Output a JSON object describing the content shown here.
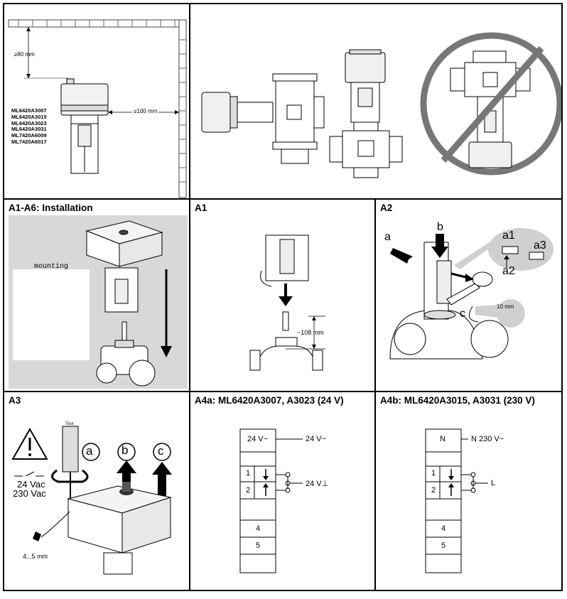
{
  "top_left": {
    "dim_top": "≥80 mm",
    "dim_side": "≥100 mm",
    "models": [
      "ML6420A3007",
      "ML6420A3015",
      "ML6420A3023",
      "ML6420A3031",
      "ML7420A6009",
      "ML7420A6017"
    ]
  },
  "panels": {
    "installation": {
      "title": "A1-A6: Installation",
      "caption": "mounting"
    },
    "a1": {
      "title": "A1",
      "dim": "~108 mm"
    },
    "a2": {
      "title": "A2",
      "labels": {
        "a": "a",
        "b": "b",
        "c": "c",
        "a1": "a1",
        "a2": "a2",
        "a3": "a3"
      },
      "wrench_size": "10 mm"
    },
    "a3": {
      "title": "A3",
      "steps": [
        "a",
        "b",
        "c"
      ],
      "voltage_1": "24 Vac",
      "voltage_2": "230 Vac",
      "bit_size": "4...5 mm",
      "tool_label": "Tool"
    },
    "a4a": {
      "title": "A4a: ML6420A3007, A3023 (24 V)",
      "top_label": "24 V~",
      "top_out": "24 V~",
      "rows": [
        {
          "num": "1",
          "arrow": "down"
        },
        {
          "num": "2",
          "arrow": "up"
        }
      ],
      "common": "24 V⊥",
      "extra_rows": [
        "4",
        "5"
      ]
    },
    "a4b": {
      "title": "A4b: ML6420A3015, A3031 (230 V)",
      "top_label": "N",
      "top_out": "N  230 V~",
      "rows": [
        {
          "num": "1",
          "arrow": "down"
        },
        {
          "num": "2",
          "arrow": "up"
        }
      ],
      "common": "L",
      "extra_rows": [
        "4",
        "5"
      ]
    }
  }
}
